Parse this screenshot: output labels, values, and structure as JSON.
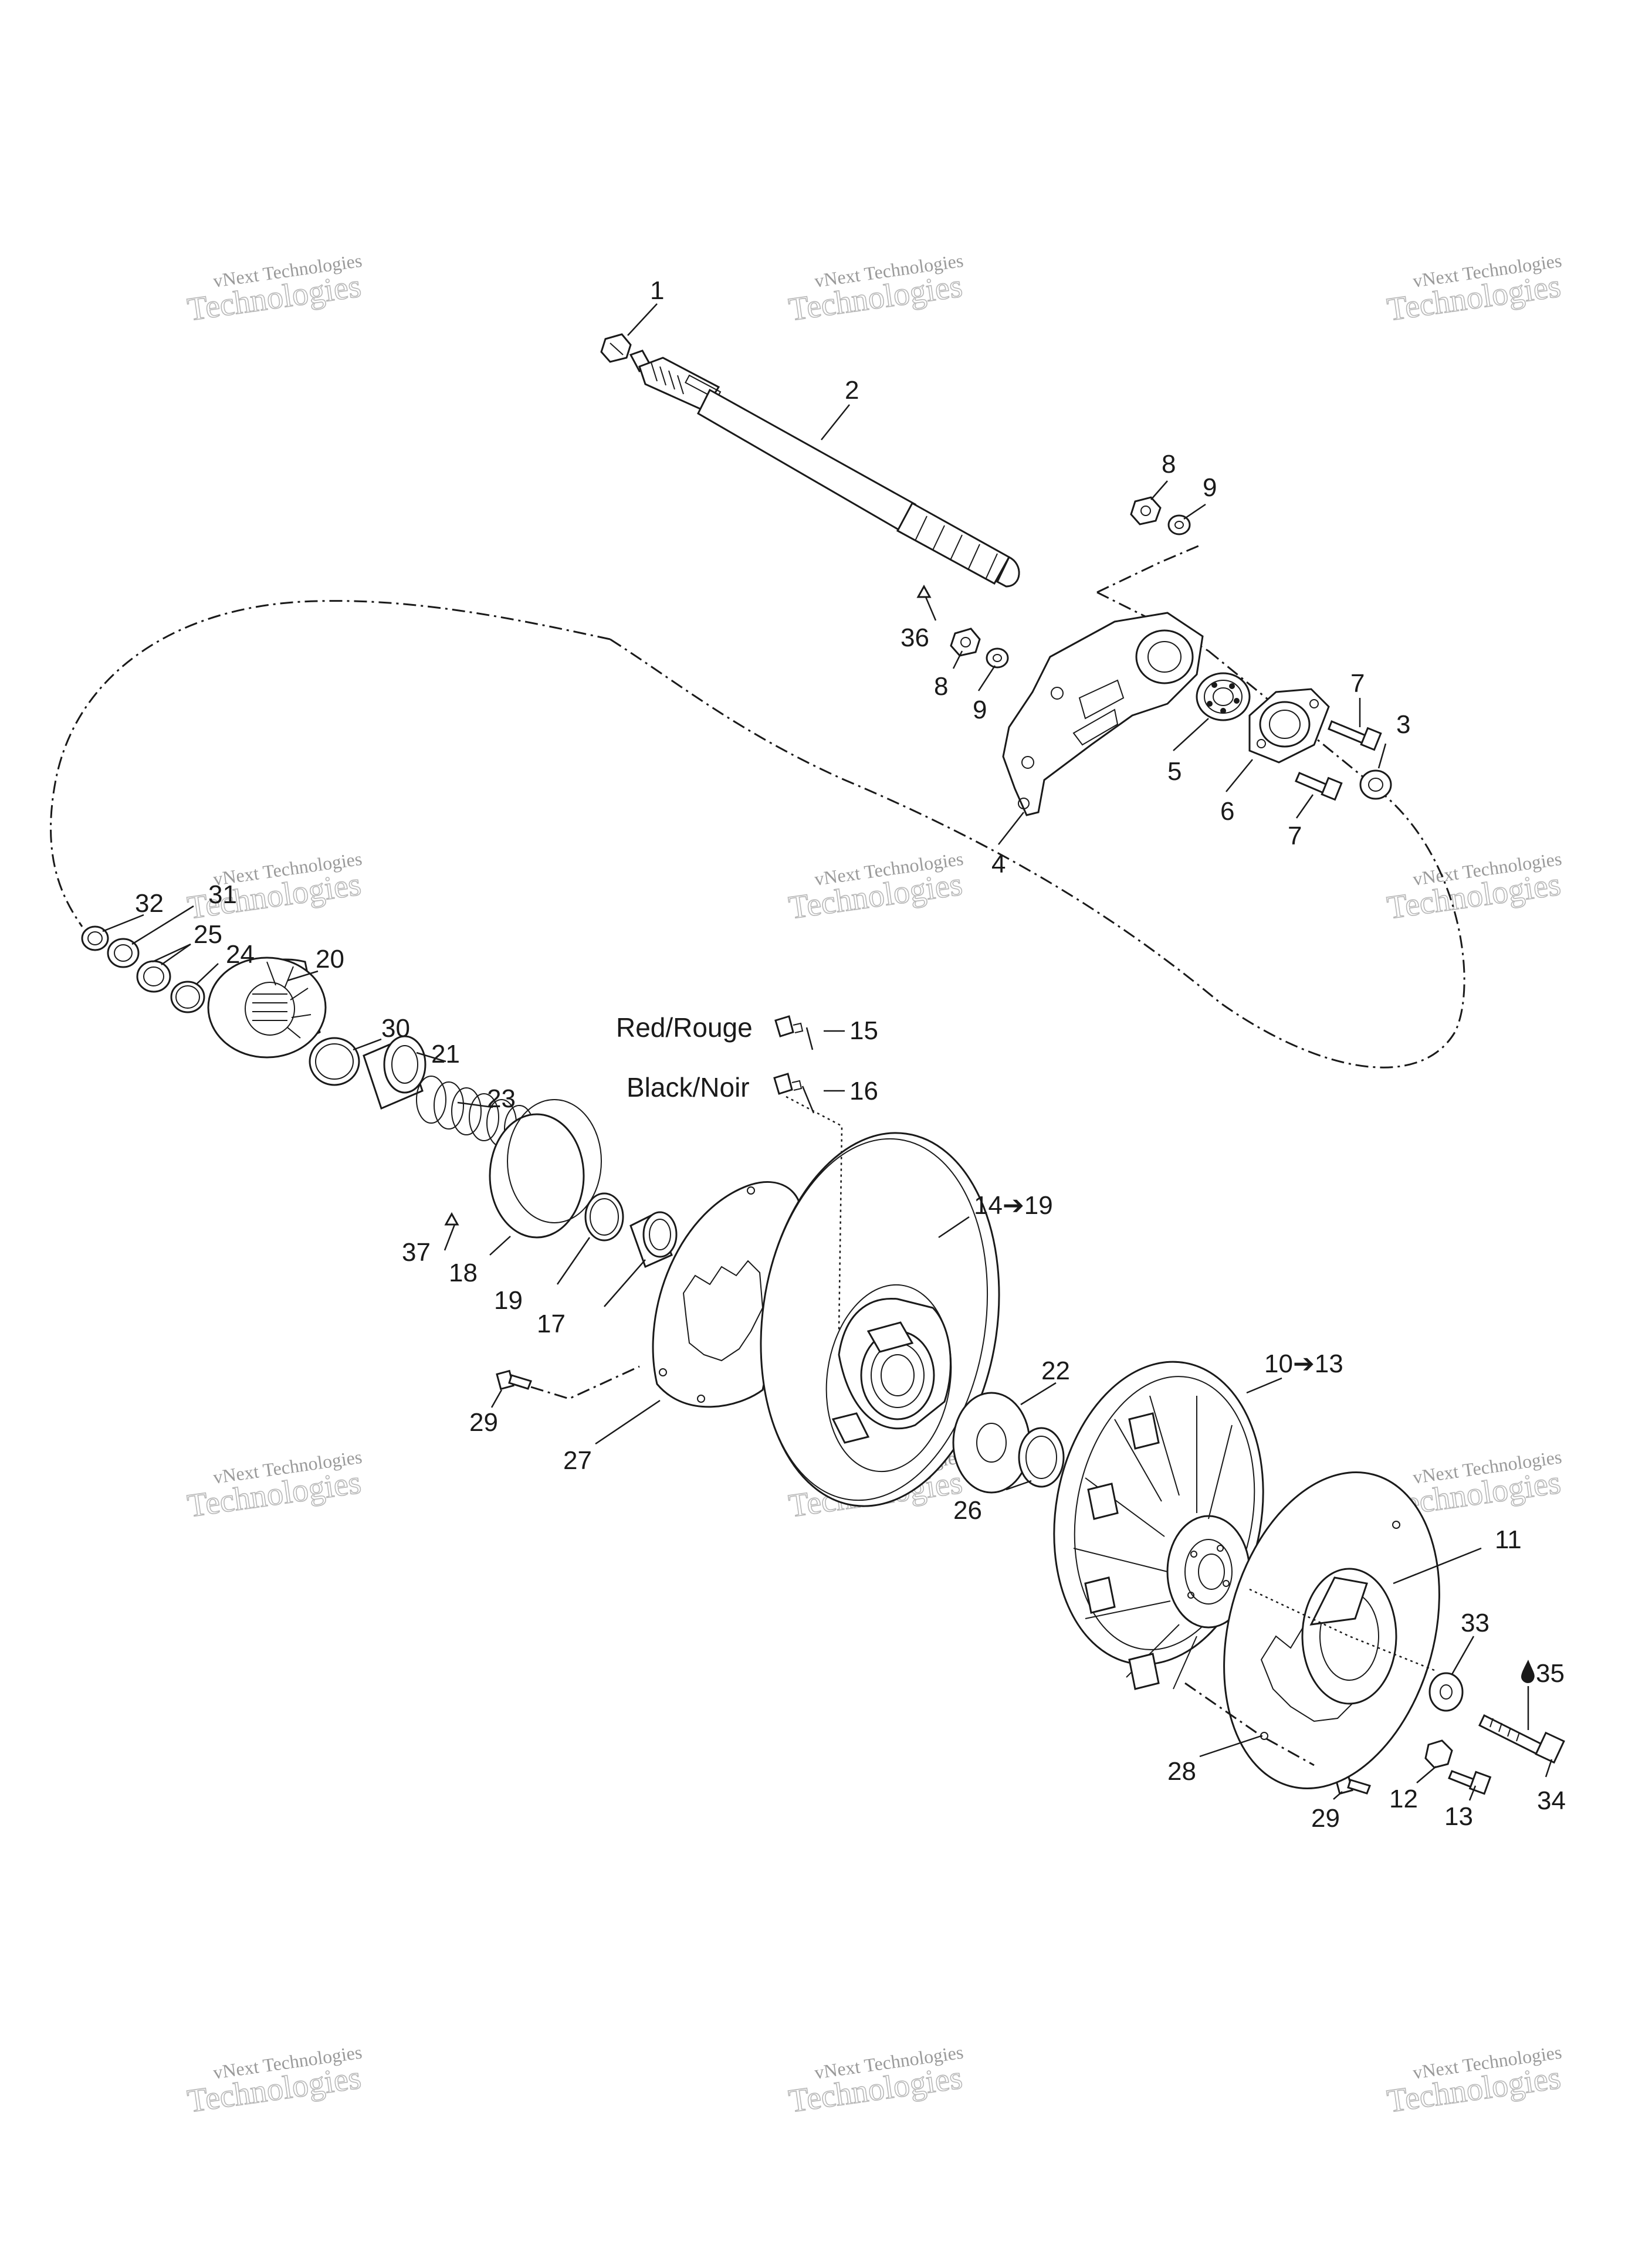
{
  "watermark": {
    "line1": "vNext Technologies",
    "line2": "Technologies"
  },
  "legend": {
    "red": {
      "label": "Red/Rouge",
      "number": "15"
    },
    "black": {
      "label": "Black/Noir",
      "number": "16"
    }
  },
  "callouts": {
    "c1": "1",
    "c2": "2",
    "c3": "3",
    "c4": "4",
    "c5": "5",
    "c6": "6",
    "c7a": "7",
    "c7b": "7",
    "c8a": "8",
    "c8b": "8",
    "c9a": "9",
    "c9b": "9",
    "c10": "10➔13",
    "c11": "11",
    "c12": "12",
    "c13": "13",
    "c14": "14➔19",
    "c17": "17",
    "c18": "18",
    "c19": "19",
    "c20": "20",
    "c21": "21",
    "c22": "22",
    "c23": "23",
    "c24": "24",
    "c25": "25",
    "c26": "26",
    "c27": "27",
    "c28": "28",
    "c29a": "29",
    "c29b": "29",
    "c30": "30",
    "c31": "31",
    "c32": "32",
    "c33": "33",
    "c34": "34",
    "c35": "35",
    "c36": "36",
    "c37": "37"
  }
}
